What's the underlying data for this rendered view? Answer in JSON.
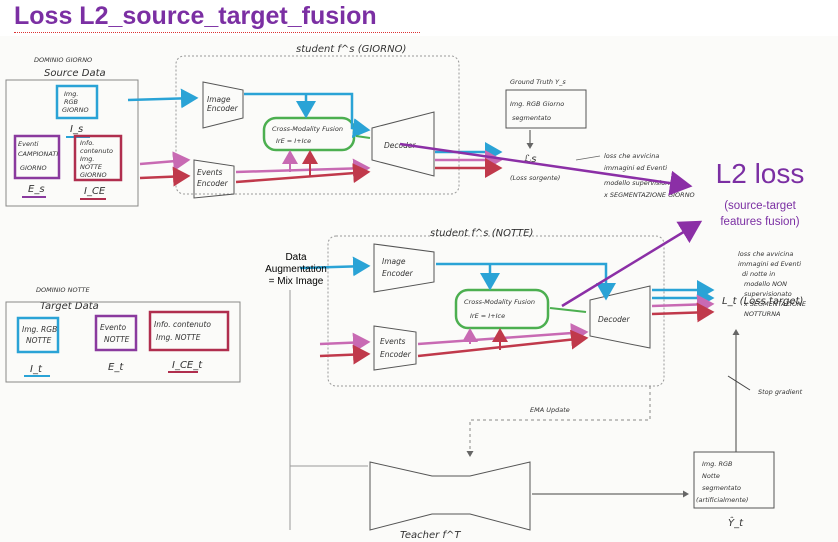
{
  "slide": {
    "title": "Loss L2_source_target_fusion",
    "augmentation_label_lines": [
      "Data",
      "Augmentation",
      "= Mix Image"
    ],
    "l2_title": "L2 loss",
    "l2_subtitle_lines": [
      "(source-target",
      "features fusion)"
    ]
  },
  "sketch": {
    "source_header": [
      "DOMINIO GIORNO",
      "Source Data"
    ],
    "source_inputs": [
      {
        "lines": [
          "Img.",
          "RGB",
          "GIORNO"
        ],
        "symbol": "I_s"
      },
      {
        "lines": [
          "Eventi",
          "CAMPIONATI",
          "GIORNO"
        ],
        "symbol": "E_s"
      },
      {
        "lines": [
          "Info.",
          "contenuto",
          "Img.",
          "NOTTE",
          "GIORNO"
        ],
        "symbol": "I_CE"
      }
    ],
    "student_source_label": "student f^s (GIORNO)",
    "student_target_label": "student f^s (NOTTE)",
    "image_encoder": "Image Encoder",
    "events_encoder": "Events Encoder",
    "fusion_lines": [
      "Cross-Modality Fusion",
      "IrE = I+Ice"
    ],
    "decoder": "Decoder",
    "ground_truth_label": "Ground Truth Y_s",
    "ground_truth_box": [
      "Img. RGB Giorno",
      "segmentato"
    ],
    "loss_source": "(Loss sorgente)",
    "note_source": [
      "loss che avvicina",
      "immagini ed Eventi",
      "modello supervisionato",
      "x SEGMENTAZIONE GIORNO"
    ],
    "target_header": [
      "DOMINIO NOTTE",
      "Target Data"
    ],
    "target_inputs": [
      {
        "lines": [
          "Img. RGB",
          "NOTTE"
        ],
        "symbol": "I_t"
      },
      {
        "lines": [
          "Evento",
          "NOTTE"
        ],
        "symbol": "E_t"
      },
      {
        "lines": [
          "Info. contenuto",
          "Img. NOTTE"
        ],
        "symbol": "I_CE_t"
      }
    ],
    "loss_target": "L_t (Loss target)",
    "note_target": [
      "loss che avvicina",
      "immagini ed Eventi",
      "di notte in",
      "modello NON",
      "supervisionato",
      "x SEGMENTAZIONE",
      "NOTTURNA"
    ],
    "stop_gradient": "Stop gradient",
    "ema_update": "EMA Update",
    "teacher_label": "Teacher f^T",
    "pseudo_label_box": [
      "Img. RGB",
      "Notte",
      "segmentato",
      "(artificialmente)"
    ],
    "pseudo_label_symbol": "Ŷ_t"
  },
  "colors": {
    "title_purple": "#7b2fa3",
    "arrow_blue": "#2aa3d6",
    "arrow_pink": "#c86ab3",
    "arrow_red": "#c0394b",
    "fusion_green": "#4caf50",
    "box_purple": "#8a3a9e"
  }
}
